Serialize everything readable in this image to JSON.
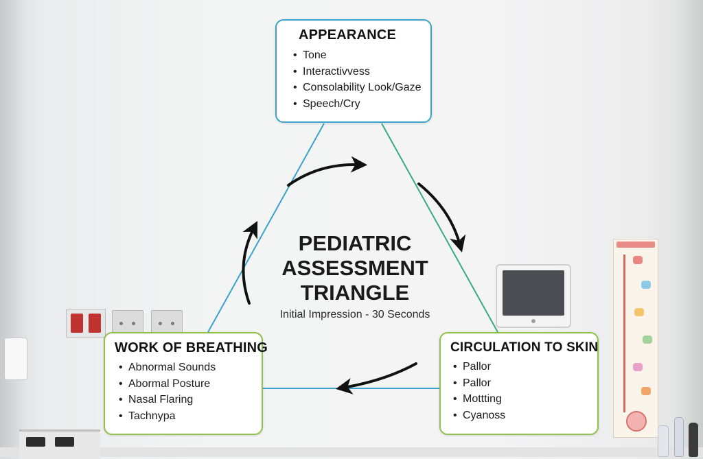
{
  "diagram": {
    "title_lines": [
      "PEDIATRIC",
      "ASSESSMENT",
      "TRIANGLE"
    ],
    "subtitle": "Initial Impression - 30 Seconds",
    "appearance": {
      "heading": "APPEARANCE",
      "items": [
        "Tone",
        "Interactivvess",
        "Consolability Look/Gaze",
        "Speech/Cry"
      ],
      "border_color": "#3aa2cc"
    },
    "work_of_breathing": {
      "heading": "WORK OF BREATHING",
      "items": [
        "Abnormal Sounds",
        "Abormal Posture",
        "Nasal Flaring",
        "Tachnypa"
      ],
      "border_color": "#8fc04a"
    },
    "circulation_to_skin": {
      "heading": "CIRCULATION TO SKIN",
      "items": [
        "Pallor",
        "Pallor",
        "Mottting",
        "Cyanoss"
      ],
      "border_color": "#8fc04a"
    },
    "edge_colors": {
      "left": "#3aa2cc",
      "right": "#3aaa78",
      "bottom": "#3aa2cc"
    },
    "arrow_color": "#111111"
  },
  "scene": {
    "wall_color": "#f3f4f4",
    "switch_red": "#c0332f",
    "monitor_screen": "#4a4d52"
  }
}
